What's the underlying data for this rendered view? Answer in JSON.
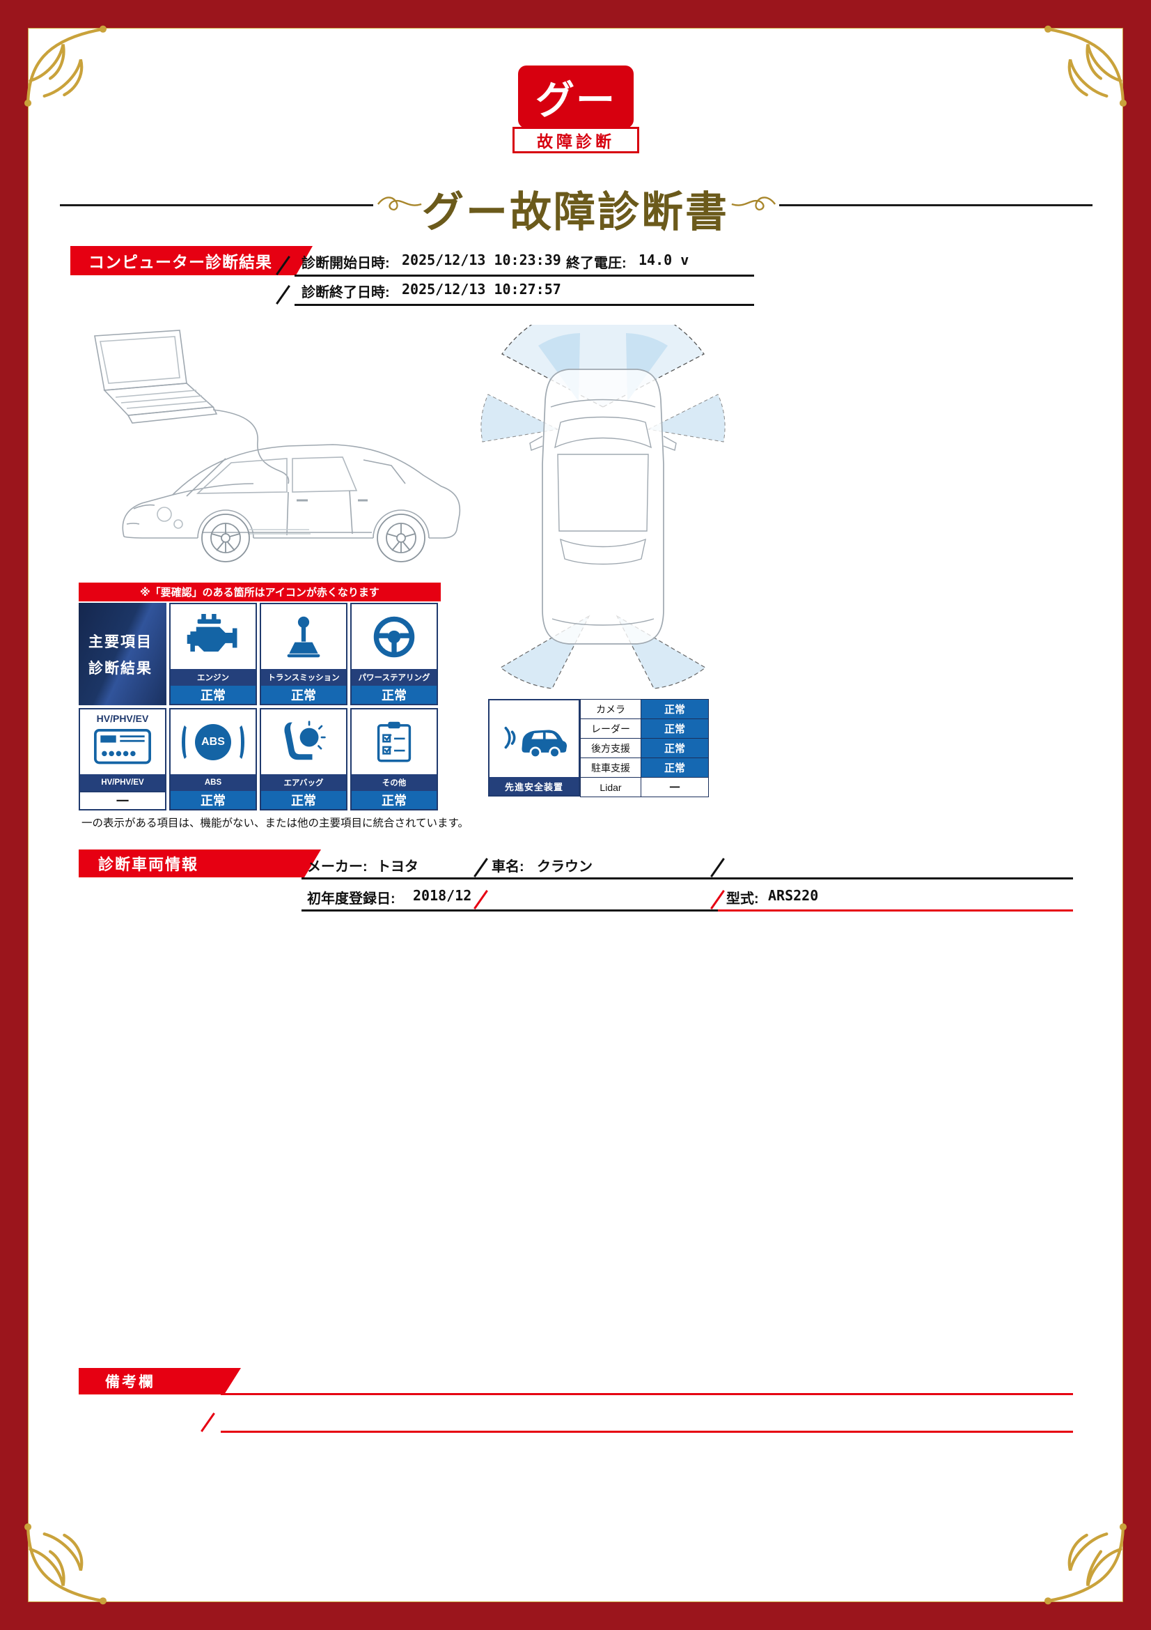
{
  "colors": {
    "brand_red": "#E60012",
    "logo_red": "#D7000F",
    "frame_maroon": "#9B151C",
    "gold": "#C9A23B",
    "navy_label": "#24407B",
    "status_blue": "#1568B2",
    "icon_blue": "#1464A5",
    "title_bronze": "#6B5A1B"
  },
  "logo": {
    "main": "グー",
    "sub": "故障診断"
  },
  "title": "グー故障診断書",
  "computer_diagnosis": {
    "section_title": "コンピューター診断結果",
    "start_label": "診断開始日時:",
    "start_value": "2025/12/13 10:23:39",
    "voltage_label": "終了電圧:",
    "voltage_value": "14.0 v",
    "end_label": "診断終了日時:",
    "end_value": "2025/12/13 10:27:57"
  },
  "notice_strip": "※「要確認」のある箇所はアイコンが赤くなります",
  "main_grid": {
    "header_line1": "主要項目",
    "header_line2": "診断結果",
    "items": [
      {
        "label": "エンジン",
        "status": "正常"
      },
      {
        "label": "トランスミッション",
        "status": "正常"
      },
      {
        "label": "パワーステアリング",
        "status": "正常"
      },
      {
        "label": "HV/PHV/EV",
        "status": "一",
        "top_label": "HV/PHV/EV"
      },
      {
        "label": "ABS",
        "status": "正常",
        "icon_text": "ABS"
      },
      {
        "label": "エアバッグ",
        "status": "正常"
      },
      {
        "label": "その他",
        "status": "正常"
      }
    ],
    "footnote": "一の表示がある項目は、機能がない、または他の主要項目に統合されています。"
  },
  "safety": {
    "label": "先進安全装置",
    "rows": [
      {
        "name": "カメラ",
        "status": "正常"
      },
      {
        "name": "レーダー",
        "status": "正常"
      },
      {
        "name": "後方支援",
        "status": "正常"
      },
      {
        "name": "駐車支援",
        "status": "正常"
      },
      {
        "name": "Lidar",
        "status": "一"
      }
    ]
  },
  "vehicle_info": {
    "section_title": "診断車両情報",
    "maker_label": "メーカー:",
    "maker_value": "トヨタ",
    "name_label": "車名:",
    "name_value": "クラウン",
    "first_reg_label": "初年度登録日:",
    "first_reg_value": "2018/12",
    "model_label": "型式:",
    "model_value": "ARS220"
  },
  "remarks": {
    "section_title": "備考欄"
  }
}
